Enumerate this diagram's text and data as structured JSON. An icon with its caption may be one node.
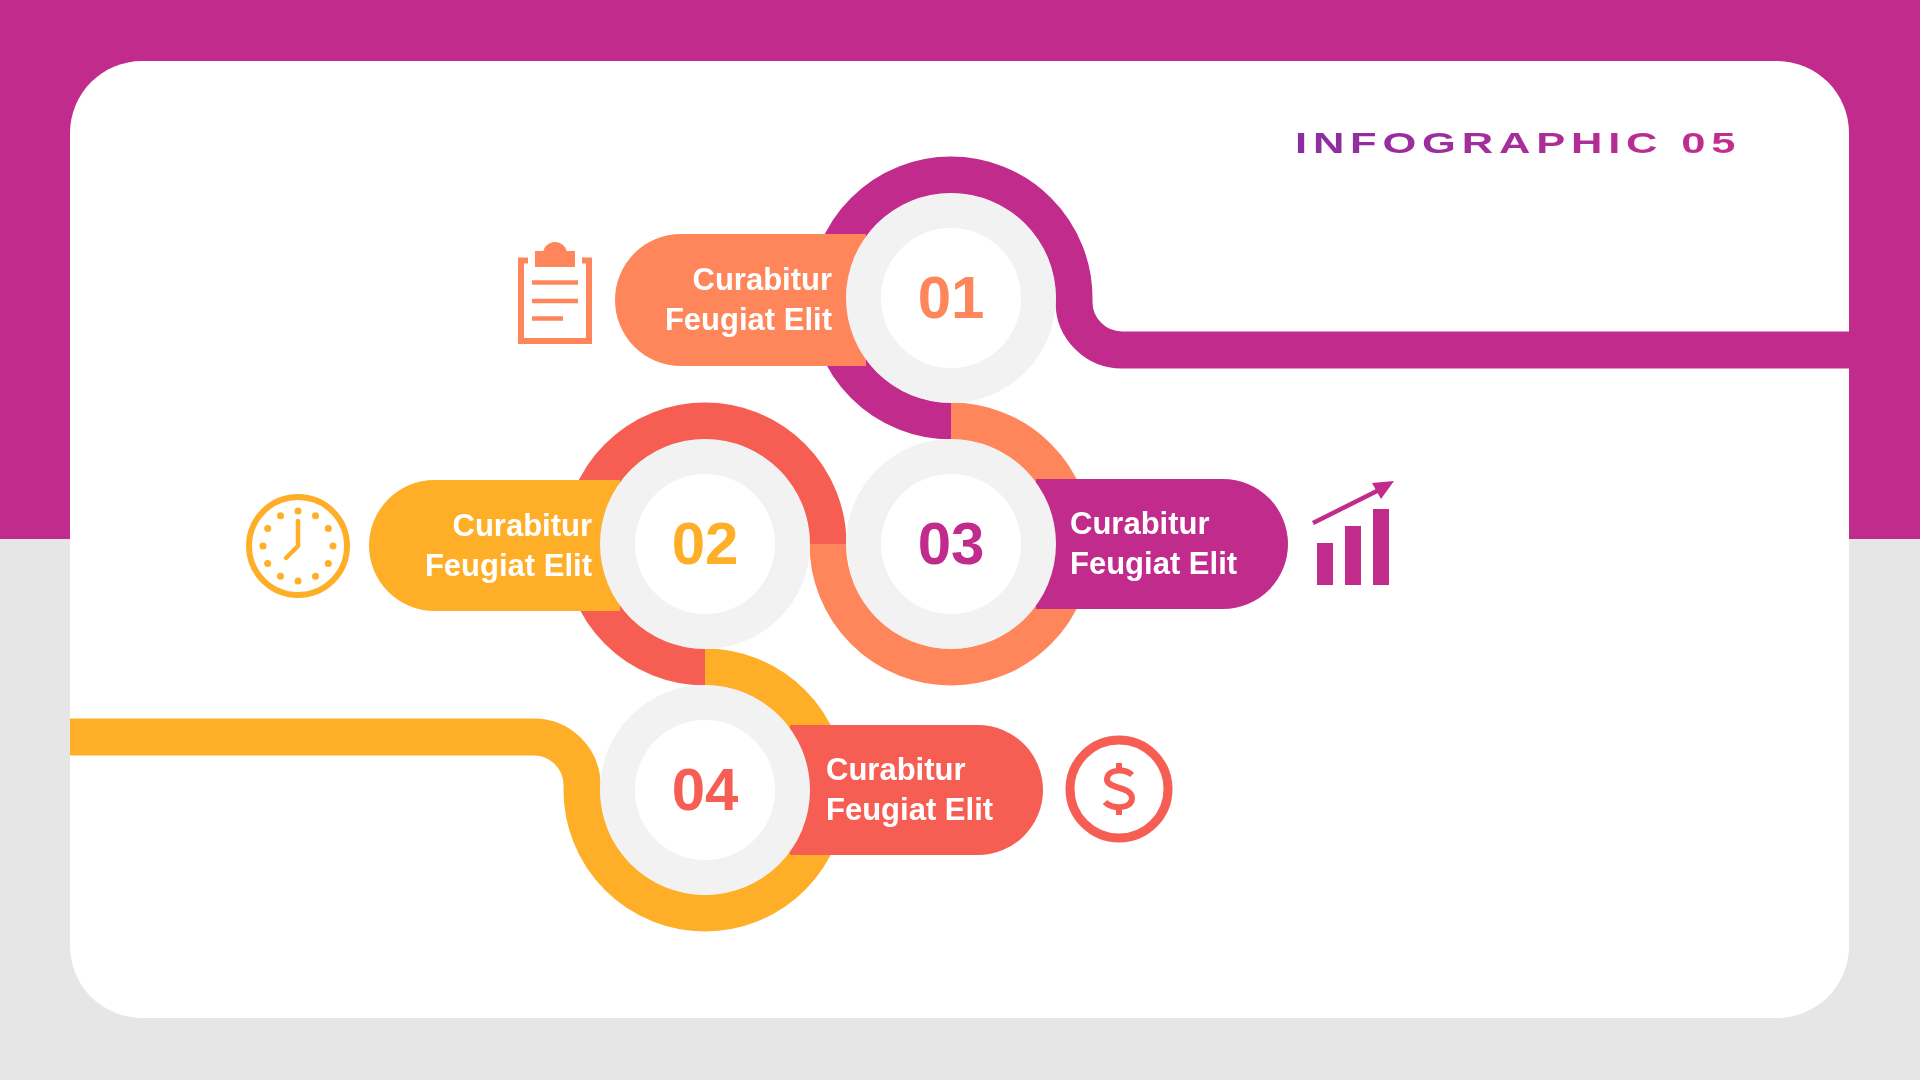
{
  "diagram": {
    "title": "INFOGRAPHIC 05",
    "nodes": [
      {
        "text": [
          "01"
        ]
      },
      {
        "text": [
          "Curabitur Feugiat Elit"
        ]
      },
      {
        "text": [
          "02"
        ]
      },
      {
        "text": [
          "Curabitur Feugiat Elit"
        ]
      },
      {
        "text": [
          "03"
        ]
      },
      {
        "text": [
          "Curabitur Feugiat Elit"
        ]
      },
      {
        "text": [
          "04"
        ]
      },
      {
        "text": [
          "Curabitur Feugiat Elit"
        ]
      }
    ]
  }
}
